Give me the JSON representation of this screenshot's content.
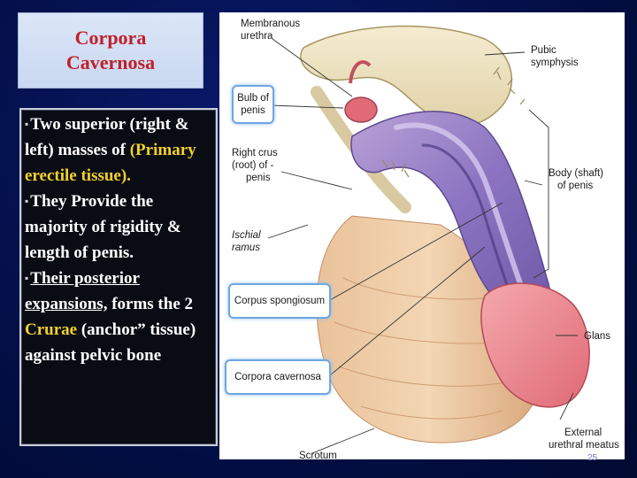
{
  "slide": {
    "title_line1": "Corpora",
    "title_line2": "Cavernosa",
    "page_number": "25"
  },
  "text": {
    "p1_a": "Two superior (right & left) masses of",
    "p1_b": "(Primary erectile tissue).",
    "p2": "They Provide the majority of rigidity & length of penis.",
    "p3_under": "Their posterior expansions,",
    "p3_a": " forms the 2 ",
    "p3_yellow": "Crurae",
    "p3_b": " (anchor” tissue) against pelvic bone"
  },
  "labels": {
    "membranous_urethra_1": "Membranous",
    "membranous_urethra_2": "urethra",
    "pubic_symphysis_1": "Pubic",
    "pubic_symphysis_2": "symphysis",
    "bulb_1": "Bulb of",
    "bulb_2": "penis",
    "right_crus_1": "Right crus",
    "right_crus_2": "(root) of -",
    "right_crus_3": "penis",
    "body_1": "Body (shaft)",
    "body_2": "of penis",
    "ischial_1": "Ischial",
    "ischial_2": "ramus",
    "corpus_spongiosum": "Corpus spongiosum",
    "glans": "Glans",
    "corpora_cavernosa": "Corpora cavernosa",
    "external_meatus_1": "External",
    "external_meatus_2": "urethral meatus",
    "scrotum": "Scrotum"
  },
  "colors": {
    "title_text": "#c0202a",
    "highlight_yellow": "#f2d12a",
    "label_box_border": "#6fa6e0",
    "background": "#03104a"
  },
  "icons": {
    "bullet": "square-bullet-icon"
  }
}
